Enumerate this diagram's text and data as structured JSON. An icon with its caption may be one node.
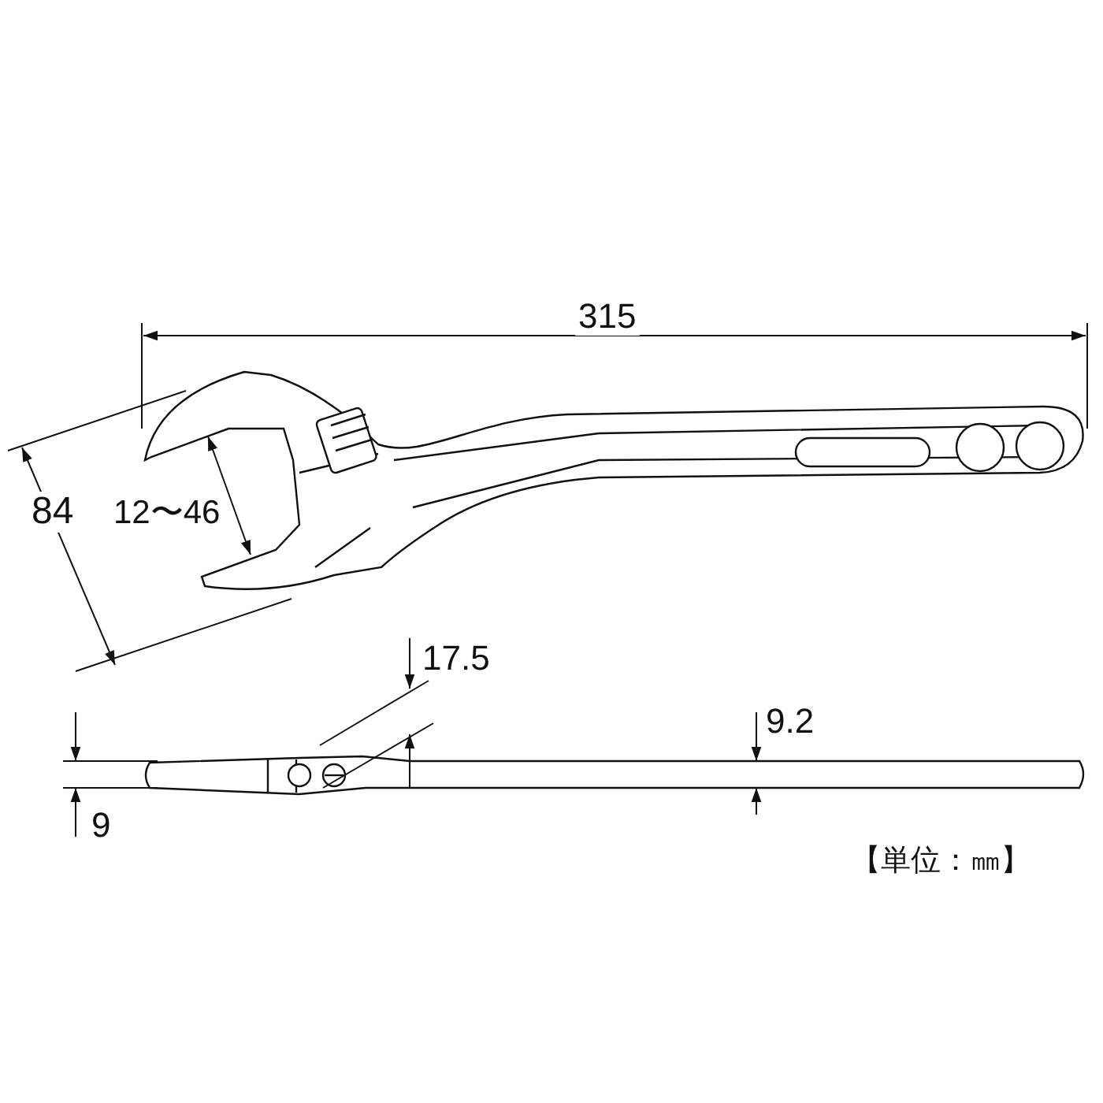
{
  "diagram": {
    "labels": [
      "315",
      "84",
      "12〜46",
      "17.5",
      "9.2",
      "9",
      "【単位：㎜】"
    ]
  }
}
